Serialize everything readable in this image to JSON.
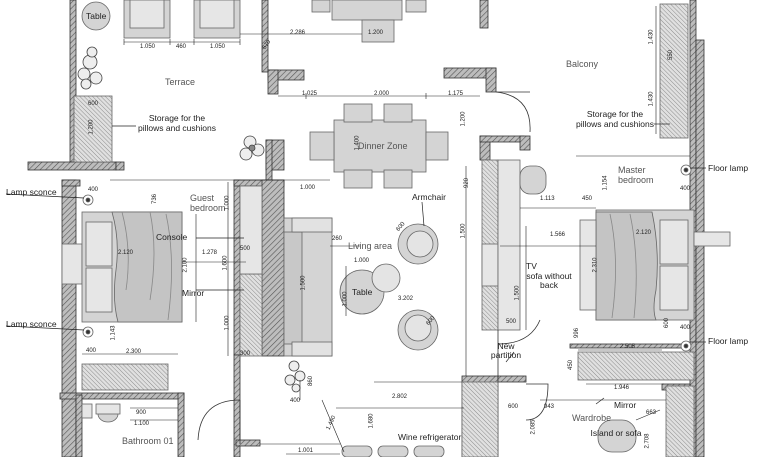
{
  "rooms": {
    "terrace": "Terrace",
    "balcony": "Balcony",
    "dinner_zone": "Dinner Zone",
    "guest_bedroom": "Guest bedroom",
    "living_area": "Living area",
    "master_bedroom": "Master bedroom",
    "bathroom": "Bathroom 01",
    "wardrobe": "Wardrobe"
  },
  "furniture": {
    "table_terrace": "Table",
    "armchair": "Armchair",
    "table_living": "Table",
    "tv": "TV",
    "sofa": "sofa without back",
    "console": "Console",
    "mirror_guest": "Mirror",
    "mirror_master": "Mirror",
    "wine_refrigerator": "Wine refrigerator",
    "island_or_sofa": "Island or sofa",
    "new_partition": "New partition"
  },
  "annotations": {
    "storage_terrace": "Storage for the pillows and cushions",
    "storage_balcony": "Storage for the pillows and cushions",
    "lamp_sconce_top": "Lamp sconce",
    "lamp_sconce_bottom": "Lamp sconce",
    "floor_lamp_top": "Floor lamp",
    "floor_lamp_bottom": "Floor lamp"
  },
  "dimensions": {
    "d1050": "1.050",
    "d460": "460",
    "d1050b": "1.050",
    "d2286": "2.286",
    "d670": "670",
    "d1200": "1.200",
    "d1025": "1.025",
    "d2000": "2.000",
    "d1175": "1.175",
    "d1430": "1.430",
    "d550": "550",
    "d1430b": "1.430",
    "d600": "600",
    "d1200b": "1.200",
    "d1400": "1.400",
    "d1200c": "1.200",
    "d400": "400",
    "d736": "736",
    "d1000": "1.000",
    "d1000b": "1.000",
    "d2120": "2.120",
    "d2120b": "2.120",
    "d1278": "1.278",
    "d1600": "1.600",
    "d2100": "2.100",
    "d1000c": "1.000",
    "d500": "500",
    "d1500": "1.500",
    "d1000d": "1.000",
    "d300": "300",
    "d260": "260",
    "d600b": "600",
    "d3202": "3.202",
    "d1000e": "1.000",
    "d1500b": "1.500",
    "d920": "920",
    "d1500c": "1.500",
    "d1113": "1.113",
    "d450": "450",
    "d1566": "1.566",
    "d1154": "1.154",
    "d2505": "2.505",
    "d1946": "1.946",
    "d2300": "2.300",
    "d1143": "1.143",
    "d400b": "400",
    "d400c": "400",
    "d860": "860",
    "d2802": "2.802",
    "d1490": "1.490",
    "d1680": "1.680",
    "d900": "900",
    "d1100": "1.100",
    "d943": "943",
    "d600c": "600",
    "d2085": "2.085",
    "d2708": "2.708",
    "d663": "663",
    "d1001": "1.001",
    "d996": "996",
    "d600d": "600",
    "d2310": "2.310",
    "d500b": "500",
    "d450b": "450",
    "d400d": "400",
    "d400e": "400"
  },
  "colors": {
    "wall": "#5a5a5a",
    "wall_fill": "#9a9a9a",
    "furniture": "#d4d4d4",
    "furniture_stroke": "#666666",
    "line": "#222222",
    "plant": "#555555"
  }
}
